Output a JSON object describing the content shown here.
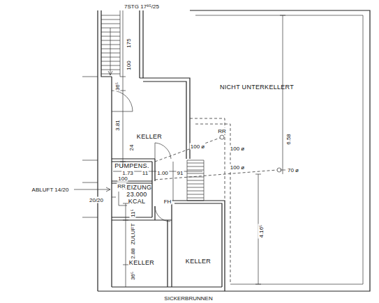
{
  "diagram": {
    "nodes": [
      {
        "text": [
          "NICHT UNTERKELLERT"
        ]
      },
      {
        "text": [
          "KELLER"
        ]
      },
      {
        "text": [
          "PUMPENS."
        ]
      },
      {
        "text": [
          "HEIZUNG",
          "23.000",
          "KCAL"
        ]
      },
      {
        "text": [
          "KELLER"
        ]
      },
      {
        "text": [
          "KELLER"
        ]
      }
    ],
    "labels": [
      "7STG 17⁸⁵/25",
      "175",
      "100",
      "36⁵",
      "3.81",
      "24",
      "RR",
      "100 ø",
      "100 ø",
      "6.58",
      "1.73",
      "11",
      "1.00",
      "91",
      "100 ø",
      "70 ø",
      "ABLUFT 14/20",
      "20/20",
      "100",
      "RR",
      "FH",
      "11⁵",
      "ZULUFT",
      "2.88",
      "36⁵",
      "4.16⁵",
      "SICKERBRUNNEN"
    ]
  }
}
